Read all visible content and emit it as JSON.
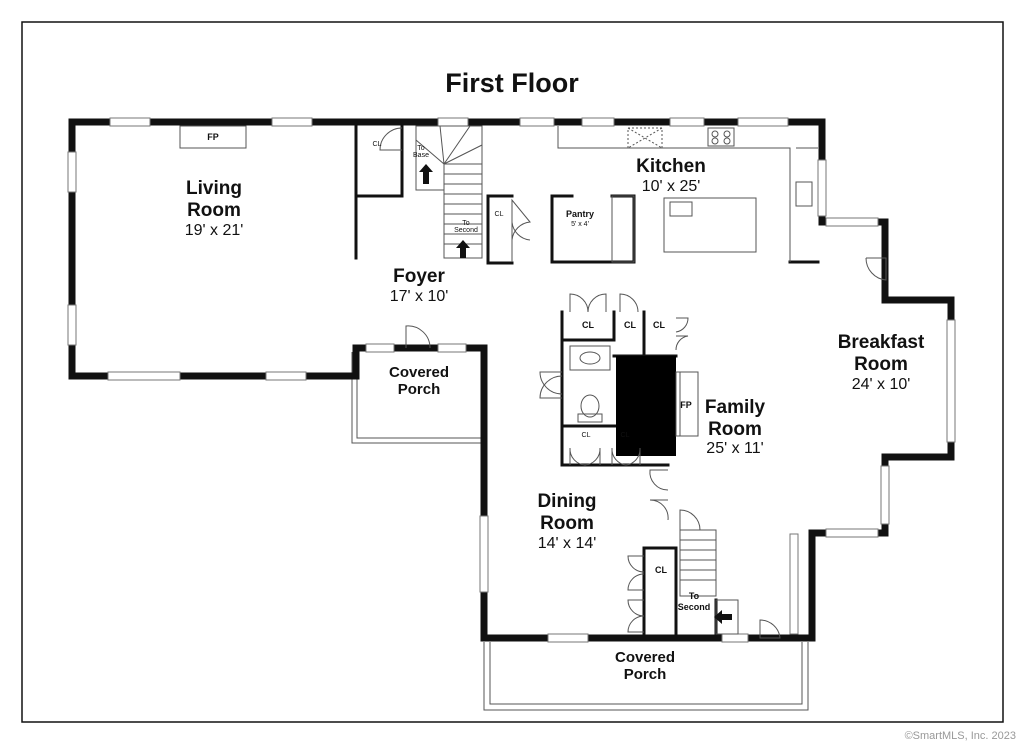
{
  "title": "First Floor",
  "copyright": "©SmartMLS, Inc.  2023",
  "rooms": {
    "living": {
      "name_1": "Living",
      "name_2": "Room",
      "dims": "19' x 21'"
    },
    "kitchen": {
      "name": "Kitchen",
      "dims": "10' x 25'"
    },
    "foyer": {
      "name": "Foyer",
      "dims": "17' x 10'"
    },
    "breakfast": {
      "name_1": "Breakfast",
      "name_2": "Room",
      "dims": "24' x 10'"
    },
    "family": {
      "name_1": "Family",
      "name_2": "Room",
      "dims": "25' x 11'"
    },
    "dining": {
      "name_1": "Dining",
      "name_2": "Room",
      "dims": "14' x 14'"
    },
    "porch_upper": {
      "name_1": "Covered",
      "name_2": "Porch"
    },
    "porch_lower": {
      "name_1": "Covered",
      "name_2": "Porch"
    },
    "pantry": {
      "name": "Pantry",
      "dims": "5' x 4'"
    }
  },
  "small_labels": {
    "fp_living": "FP",
    "fp_family": "FP",
    "cl": "CL",
    "to_base_1": "To",
    "to_base_2": "Base",
    "to_second_1": "To",
    "to_second_2": "Second",
    "to_second_lower_1": "To",
    "to_second_lower_2": "Second"
  }
}
